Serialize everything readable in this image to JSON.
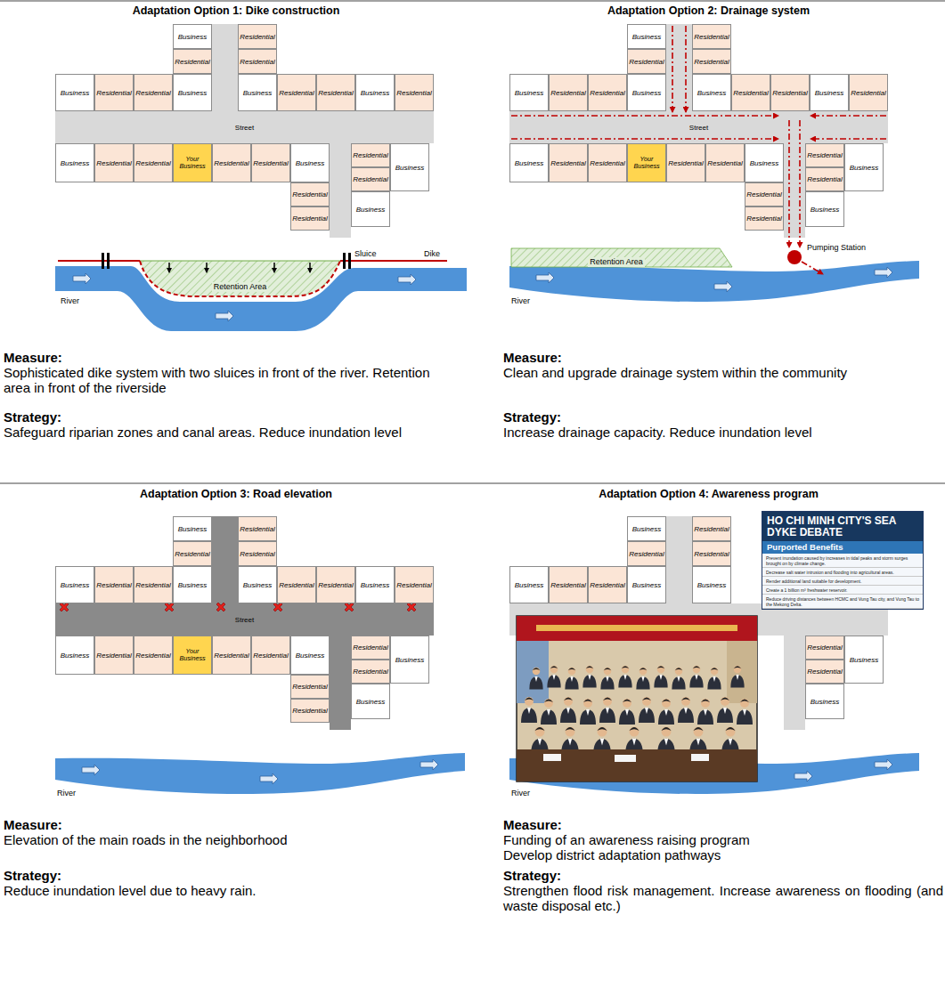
{
  "diagram": {
    "nodes": [
      {
        "text": [
          "Business"
        ]
      },
      {
        "text": [
          "Residential"
        ]
      },
      {
        "text": [
          "Residential"
        ]
      },
      {
        "text": [
          "Residential"
        ]
      },
      {
        "text": [
          "Business"
        ]
      },
      {
        "text": [
          "Residential"
        ]
      },
      {
        "text": [
          "Residential"
        ]
      },
      {
        "text": [
          "Business"
        ]
      },
      {
        "text": [
          "Business"
        ]
      },
      {
        "text": [
          "Residential"
        ]
      },
      {
        "text": [
          "Residential"
        ]
      },
      {
        "text": [
          "Business"
        ]
      },
      {
        "text": [
          "Residential"
        ]
      },
      {
        "text": [
          "Street"
        ]
      },
      {
        "text": [
          "Business"
        ]
      },
      {
        "text": [
          "Residential"
        ]
      },
      {
        "text": [
          "Residential"
        ]
      },
      {
        "text": [
          "Your Business"
        ]
      },
      {
        "text": [
          "Residential"
        ]
      },
      {
        "text": [
          "Residential"
        ]
      },
      {
        "text": [
          "Business"
        ]
      },
      {
        "text": [
          "Residential"
        ]
      },
      {
        "text": [
          "Business"
        ]
      },
      {
        "text": [
          "Residential"
        ]
      },
      {
        "text": [
          "Residential"
        ]
      },
      {
        "text": [
          "Residential"
        ]
      },
      {
        "text": [
          "Business"
        ]
      },
      {
        "text": [
          "Retention Area"
        ]
      },
      {
        "text": [
          "Business"
        ]
      },
      {
        "text": [
          "Residential"
        ]
      },
      {
        "text": [
          "Residential"
        ]
      },
      {
        "text": [
          "Residential"
        ]
      },
      {
        "text": [
          "Business"
        ]
      },
      {
        "text": [
          "Residential"
        ]
      },
      {
        "text": [
          "Residential"
        ]
      },
      {
        "text": [
          "Business"
        ]
      },
      {
        "text": [
          "Business"
        ]
      },
      {
        "text": [
          "Residential"
        ]
      },
      {
        "text": [
          "Residential"
        ]
      },
      {
        "text": [
          "Business"
        ]
      },
      {
        "text": [
          "Residential"
        ]
      },
      {
        "text": [
          "Street"
        ]
      },
      {
        "text": [
          "Business"
        ]
      },
      {
        "text": [
          "Residential"
        ]
      },
      {
        "text": [
          "Residential"
        ]
      },
      {
        "text": [
          "Your Business"
        ]
      },
      {
        "text": [
          "Residential"
        ]
      },
      {
        "text": [
          "Residential"
        ]
      },
      {
        "text": [
          "Business"
        ]
      },
      {
        "text": [
          "Residential"
        ]
      },
      {
        "text": [
          "Business"
        ]
      },
      {
        "text": [
          "Residential"
        ]
      },
      {
        "text": [
          "Residential"
        ]
      },
      {
        "text": [
          "Residential"
        ]
      },
      {
        "text": [
          "Business"
        ]
      },
      {
        "text": [
          "Retention Area"
        ]
      },
      {
        "text": [
          "Business"
        ]
      },
      {
        "text": [
          "Residential"
        ]
      },
      {
        "text": [
          "Residential"
        ]
      },
      {
        "text": [
          "Residential"
        ]
      },
      {
        "text": [
          "Business"
        ]
      },
      {
        "text": [
          "Residential"
        ]
      },
      {
        "text": [
          "Residential"
        ]
      },
      {
        "text": [
          "Business"
        ]
      },
      {
        "text": [
          "Business"
        ]
      },
      {
        "text": [
          "Residential"
        ]
      },
      {
        "text": [
          "Residential"
        ]
      },
      {
        "text": [
          "Business"
        ]
      },
      {
        "text": [
          "Residential"
        ]
      },
      {
        "text": [
          "Street"
        ]
      },
      {
        "text": [
          "Business"
        ]
      },
      {
        "text": [
          "Residential"
        ]
      },
      {
        "text": [
          "Residential"
        ]
      },
      {
        "text": [
          "Your Business"
        ]
      },
      {
        "text": [
          "Residential"
        ]
      },
      {
        "text": [
          "Residential"
        ]
      },
      {
        "text": [
          "Business"
        ]
      },
      {
        "text": [
          "Residential"
        ]
      },
      {
        "text": [
          "Business"
        ]
      },
      {
        "text": [
          "Residential"
        ]
      },
      {
        "text": [
          "Residential"
        ]
      },
      {
        "text": [
          "Residential"
        ]
      },
      {
        "text": [
          "Business"
        ]
      },
      {
        "text": [
          "Business"
        ]
      },
      {
        "text": [
          "Residential"
        ]
      },
      {
        "text": [
          "Residential"
        ]
      },
      {
        "text": [
          "Residential"
        ]
      },
      {
        "text": [
          "Business"
        ]
      },
      {
        "text": [
          "Residential"
        ]
      },
      {
        "text": [
          "Residential"
        ]
      },
      {
        "text": [
          "Business"
        ]
      },
      {
        "text": [
          "Business"
        ]
      },
      {
        "text": [
          "HO CHI MINH CITY'S SEA DYKE DEBATE",
          "Purported Benefits",
          "Prevent inundation caused by increases in tidal peaks and storm surges brought on by climate change.",
          "Decrease salt water intrusion and flooding into agricultural areas.",
          "Render additional land suitable for development.",
          "Create a 1 billion m³ freshwater reservoir.",
          "Reduce driving distances between HCMC and Vung Tau city, and Vung Tau to the Mekong Delta."
        ]
      },
      {
        "text": [
          "Residential"
        ]
      },
      {
        "text": [
          "Business"
        ]
      },
      {
        "text": [
          "Residential"
        ]
      },
      {
        "text": [
          "Business"
        ]
      }
    ],
    "labels": [
      "Adaptation Option 1: Dike construction",
      "Dike",
      "Sluice",
      "River",
      "Measure:",
      "Sophisticated dike system with two sluices in front of the river. Retention area in front of the riverside",
      "Strategy:",
      "Safeguard riparian zones and canal areas. Reduce inundation level",
      "Adaptation Option 2: Drainage system",
      "Pumping Station",
      "River",
      "Measure:",
      "Clean and upgrade drainage system within the community",
      "Strategy:",
      "Increase drainage capacity. Reduce inundation level",
      "Adaptation Option 3: Road elevation",
      "River",
      "Measure:",
      "Elevation of the main roads in the neighborhood",
      "Strategy:",
      "Reduce inundation level due to heavy rain.",
      "Adaptation Option 4: Awareness program",
      "River",
      "Measure:",
      "Funding of an awareness raising program",
      "Develop district adaptation pathways",
      "Strategy:",
      "Strengthen flood risk management. Increase awareness on flooding (and waste disposal etc.)"
    ]
  }
}
